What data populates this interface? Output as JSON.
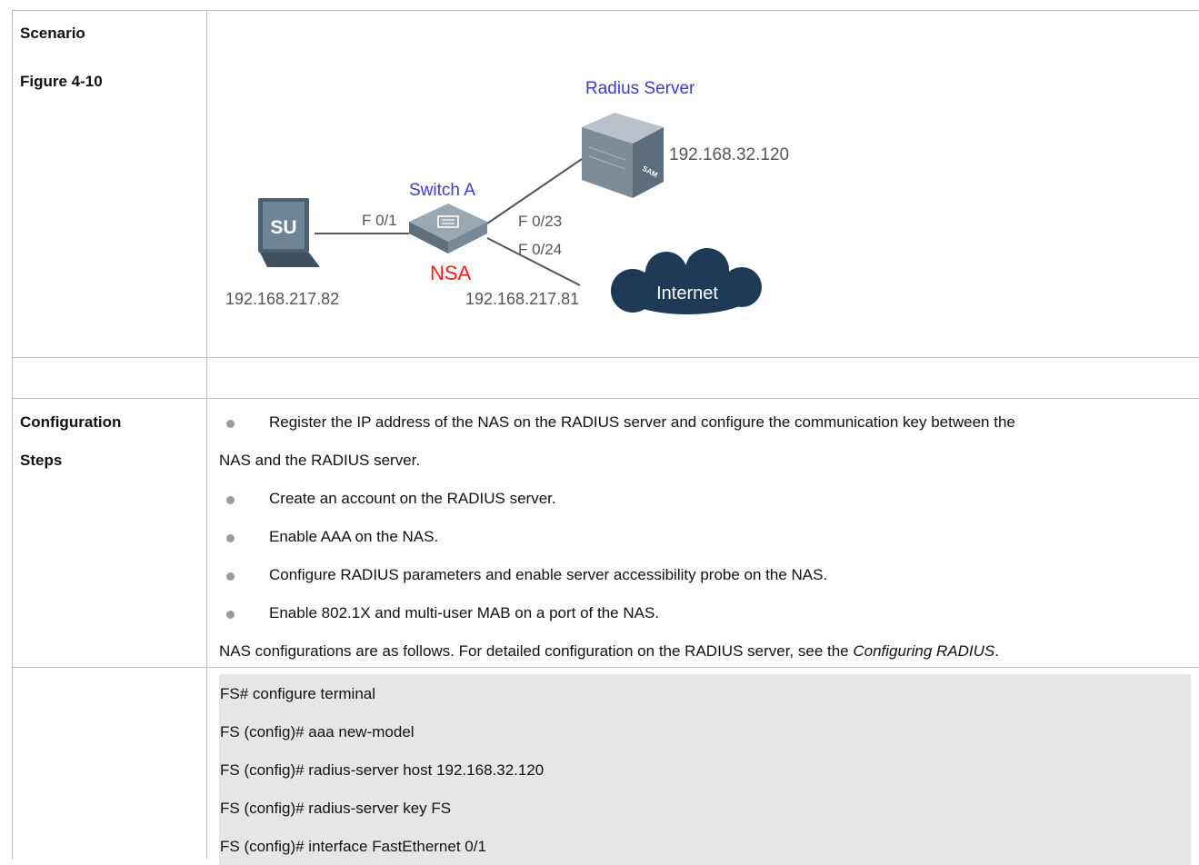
{
  "left_labels": {
    "scenario": "Scenario",
    "figure": "Figure 4-10",
    "config_line1": "Configuration",
    "config_line2": "Steps"
  },
  "diagram": {
    "radius_server_label": "Radius Server",
    "radius_ip": "192.168.32.120",
    "switch_label": "Switch A",
    "nsa_label": "NSA",
    "su_label": "SU",
    "sam_label": "SAM",
    "port_f01": "F 0/1",
    "port_f023": "F 0/23",
    "port_f024": "F 0/24",
    "su_ip": "192.168.217.82",
    "switch_ip": "192.168.217.81",
    "internet_label": "Internet"
  },
  "steps": {
    "bullet1_line1": "Register the IP address of the NAS on the RADIUS server and configure the communication key between the",
    "bullet1_line2": "NAS and the RADIUS server.",
    "bullet2": "Create an account on the RADIUS server.",
    "bullet3": "Enable AAA on the NAS.",
    "bullet4": "Configure RADIUS parameters and enable server accessibility probe on the NAS.",
    "bullet5": "Enable 802.1X and multi-user MAB on a port of the NAS.",
    "note_prefix": "NAS configurations are as follows. For detailed configuration on the RADIUS server, see the ",
    "note_link": "Configuring RADIUS",
    "note_suffix": "."
  },
  "code_lines": [
    "FS# configure terminal",
    "FS (config)# aaa new-model",
    "FS (config)# radius-server host 192.168.32.120",
    "FS (config)# radius-server key FS",
    "FS (config)# interface FastEthernet 0/1"
  ],
  "colors": {
    "blue_label": "#3b3bcc",
    "nsa_red": "#ff1a1a",
    "cloud": "#1e3a56",
    "bullet_gray": "#9b9b9b",
    "code_bg": "#e6e6e6"
  }
}
